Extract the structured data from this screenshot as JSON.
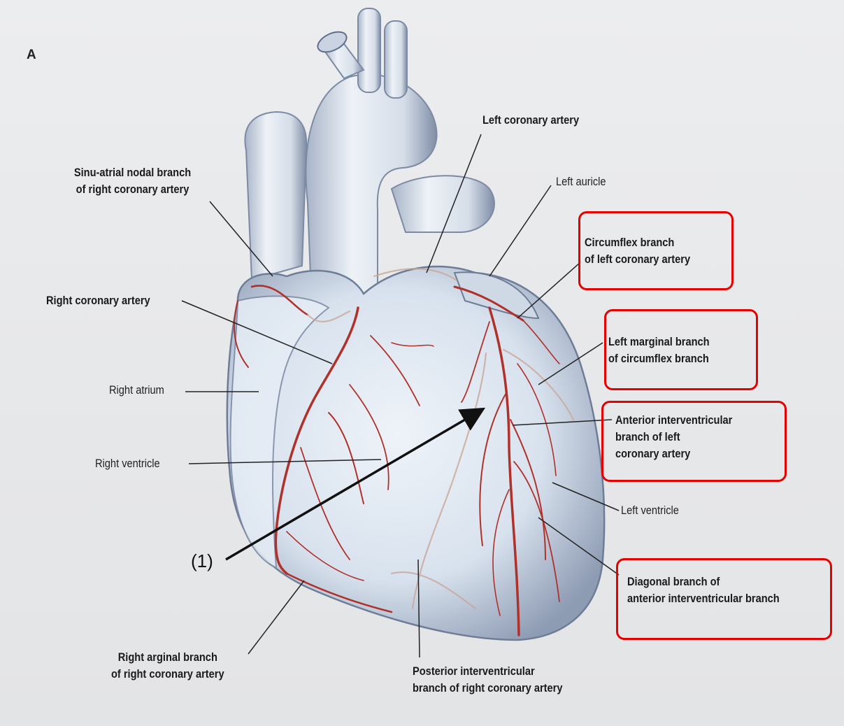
{
  "figure": {
    "panel_letter": "A",
    "marker": "(1)",
    "colors": {
      "heart_fill": "#dde6f0",
      "heart_shade": "#7c8aa3",
      "artery": "#b0302a",
      "vein_faint": "#c9a79a",
      "highlight_box": "#e60000",
      "pointer_arrow": "#111111"
    }
  },
  "labels": {
    "left_coronary_artery": "Left coronary artery",
    "sa_nodal": [
      "Sinu-atrial nodal branch",
      "of right coronary artery"
    ],
    "left_auricle": "Left auricle",
    "circumflex": [
      "Circumflex branch",
      "of left coronary artery"
    ],
    "right_coronary_artery": "Right coronary artery",
    "left_marginal": [
      "Left marginal branch",
      "of circumflex branch"
    ],
    "right_atrium": "Right atrium",
    "anterior_interventricular": [
      "Anterior interventricular",
      "branch of left",
      "coronary artery"
    ],
    "right_ventricle": "Right ventricle",
    "left_ventricle": "Left ventricle",
    "diagonal": [
      "Diagonal branch of",
      "anterior interventricular branch"
    ],
    "right_marginal": [
      "Right arginal branch",
      "of right coronary artery"
    ],
    "posterior_interventricular": [
      "Posterior interventricular",
      "branch of right coronary artery"
    ]
  }
}
